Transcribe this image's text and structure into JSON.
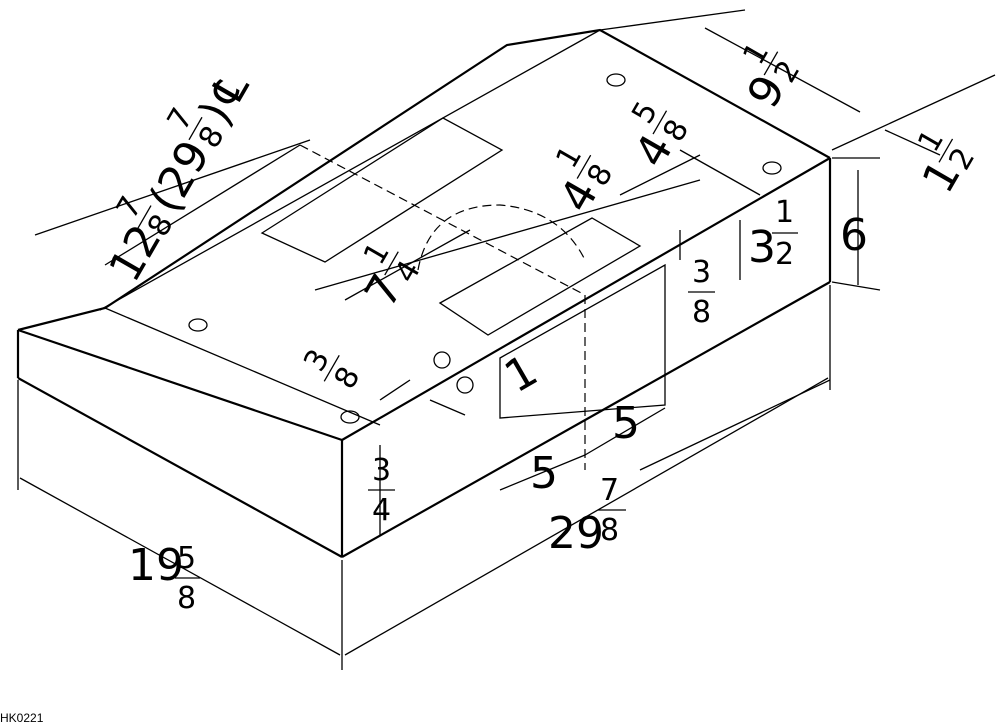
{
  "drawing_code": "HK0221",
  "dimensions": {
    "width_whole": "29",
    "width_frac_num": "7",
    "width_frac_den": "8",
    "depth_whole": "19",
    "depth_frac_num": "5",
    "depth_frac_den": "8",
    "height": "6",
    "front_lip_num": "3",
    "front_lip_den": "4",
    "rear_offset_whole": "9",
    "rear_offset_num": "1",
    "rear_offset_den": "2",
    "back_gap_whole": "1",
    "back_gap_num": "1",
    "back_gap_den": "2",
    "half_width_whole": "12",
    "half_width_num": "7",
    "half_width_den": "8",
    "half_width_paren": "(29",
    "half_width_paren_num": "7",
    "half_width_paren_den": "8",
    "half_width_paren_close": ")",
    "centerline": "℄",
    "duct_offset_whole": "7",
    "duct_offset_num": "1",
    "duct_offset_den": "4",
    "knockout_whole": "4",
    "knockout_num": "1",
    "knockout_den": "8",
    "knockout2_whole": "4",
    "knockout2_num": "5",
    "knockout2_den": "8",
    "side_whole": "3",
    "side_num": "1",
    "side_den": "2",
    "small_num": "3",
    "small_den": "8",
    "keyhole_num": "3",
    "keyhole_den": "8",
    "wire_hole": "1",
    "left_five": "5",
    "right_five": "5"
  }
}
